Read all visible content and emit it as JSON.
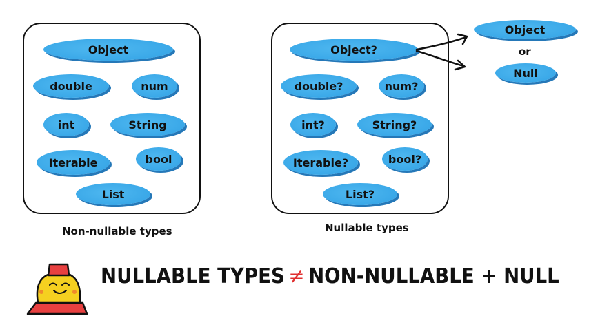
{
  "left_panel": {
    "caption": "Non-nullable types",
    "types": [
      "Object",
      "double",
      "num",
      "int",
      "String",
      "Iterable",
      "bool",
      "List"
    ]
  },
  "right_panel": {
    "caption": "Nullable types",
    "types": [
      "Object?",
      "double?",
      "num?",
      "int?",
      "String?",
      "Iterable?",
      "bool?",
      "List?"
    ]
  },
  "expansion": {
    "top": "Object",
    "joiner": "or",
    "bottom": "Null"
  },
  "headline": {
    "left": "NULLABLE TYPES",
    "symbol": "≠",
    "right": "NON-NULLABLE + NULL"
  },
  "colors": {
    "pill": "#3aa8e8",
    "neq": "#e03030",
    "mascot_body": "#f5d020",
    "mascot_base": "#e84040"
  }
}
